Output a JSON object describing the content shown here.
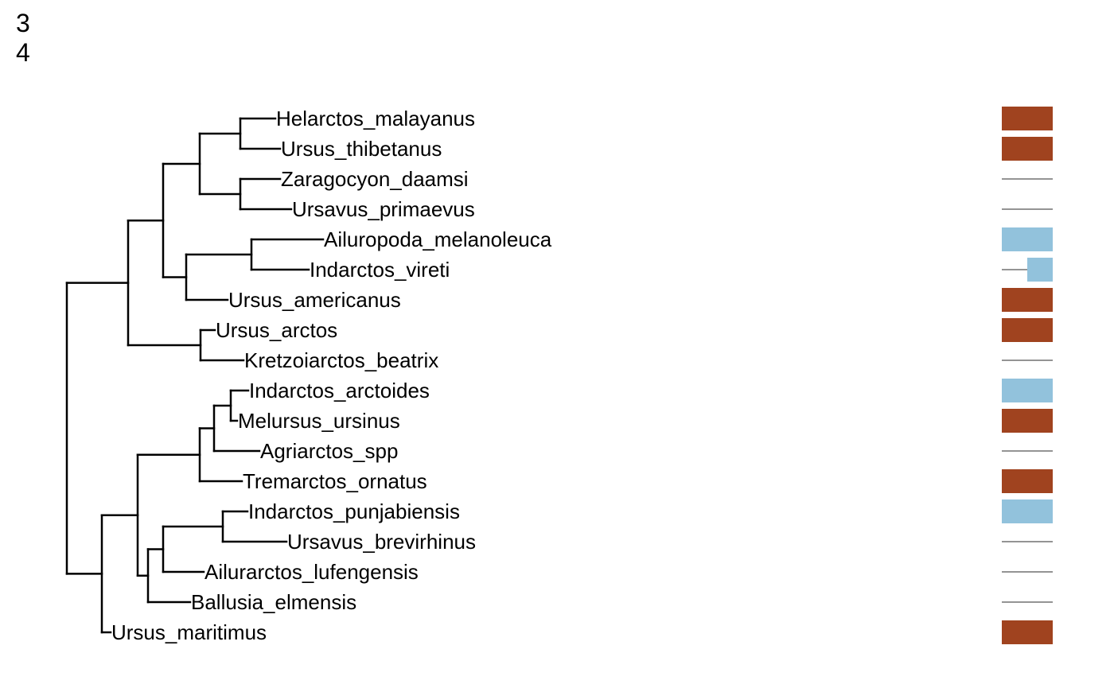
{
  "corner_labels": [
    "3",
    "4"
  ],
  "colors": {
    "branch": "#000000",
    "state_brown": "#a0431f",
    "state_blue": "#92c2dc",
    "missing_line": "#555555"
  },
  "taxa": [
    {
      "name": "Helarctos_malayanus",
      "bar": "brown",
      "fill": 1
    },
    {
      "name": "Ursus_thibetanus",
      "bar": "brown",
      "fill": 1
    },
    {
      "name": "Zaragocyon_daamsi",
      "bar": "none",
      "fill": 0
    },
    {
      "name": "Ursavus_primaevus",
      "bar": "none",
      "fill": 0
    },
    {
      "name": "Ailuropoda_melanoleuca",
      "bar": "blue",
      "fill": 1
    },
    {
      "name": "Indarctos_vireti",
      "bar": "blue",
      "fill": 0.5
    },
    {
      "name": "Ursus_americanus",
      "bar": "brown",
      "fill": 1
    },
    {
      "name": "Ursus_arctos",
      "bar": "brown",
      "fill": 1
    },
    {
      "name": "Kretzoiarctos_beatrix",
      "bar": "none",
      "fill": 0
    },
    {
      "name": "Indarctos_arctoides",
      "bar": "blue",
      "fill": 1
    },
    {
      "name": "Melursus_ursinus",
      "bar": "brown",
      "fill": 1
    },
    {
      "name": "Agriarctos_spp",
      "bar": "none",
      "fill": 0
    },
    {
      "name": "Tremarctos_ornatus",
      "bar": "brown",
      "fill": 1
    },
    {
      "name": "Indarctos_punjabiensis",
      "bar": "blue",
      "fill": 1
    },
    {
      "name": "Ursavus_brevirhinus",
      "bar": "none",
      "fill": 0
    },
    {
      "name": "Ailurarctos_lufengensis",
      "bar": "none",
      "fill": 0
    },
    {
      "name": "Ballusia_elmensis",
      "bar": "none",
      "fill": 0
    },
    {
      "name": "Ursus_maritimus",
      "bar": "brown",
      "fill": 1
    }
  ]
}
